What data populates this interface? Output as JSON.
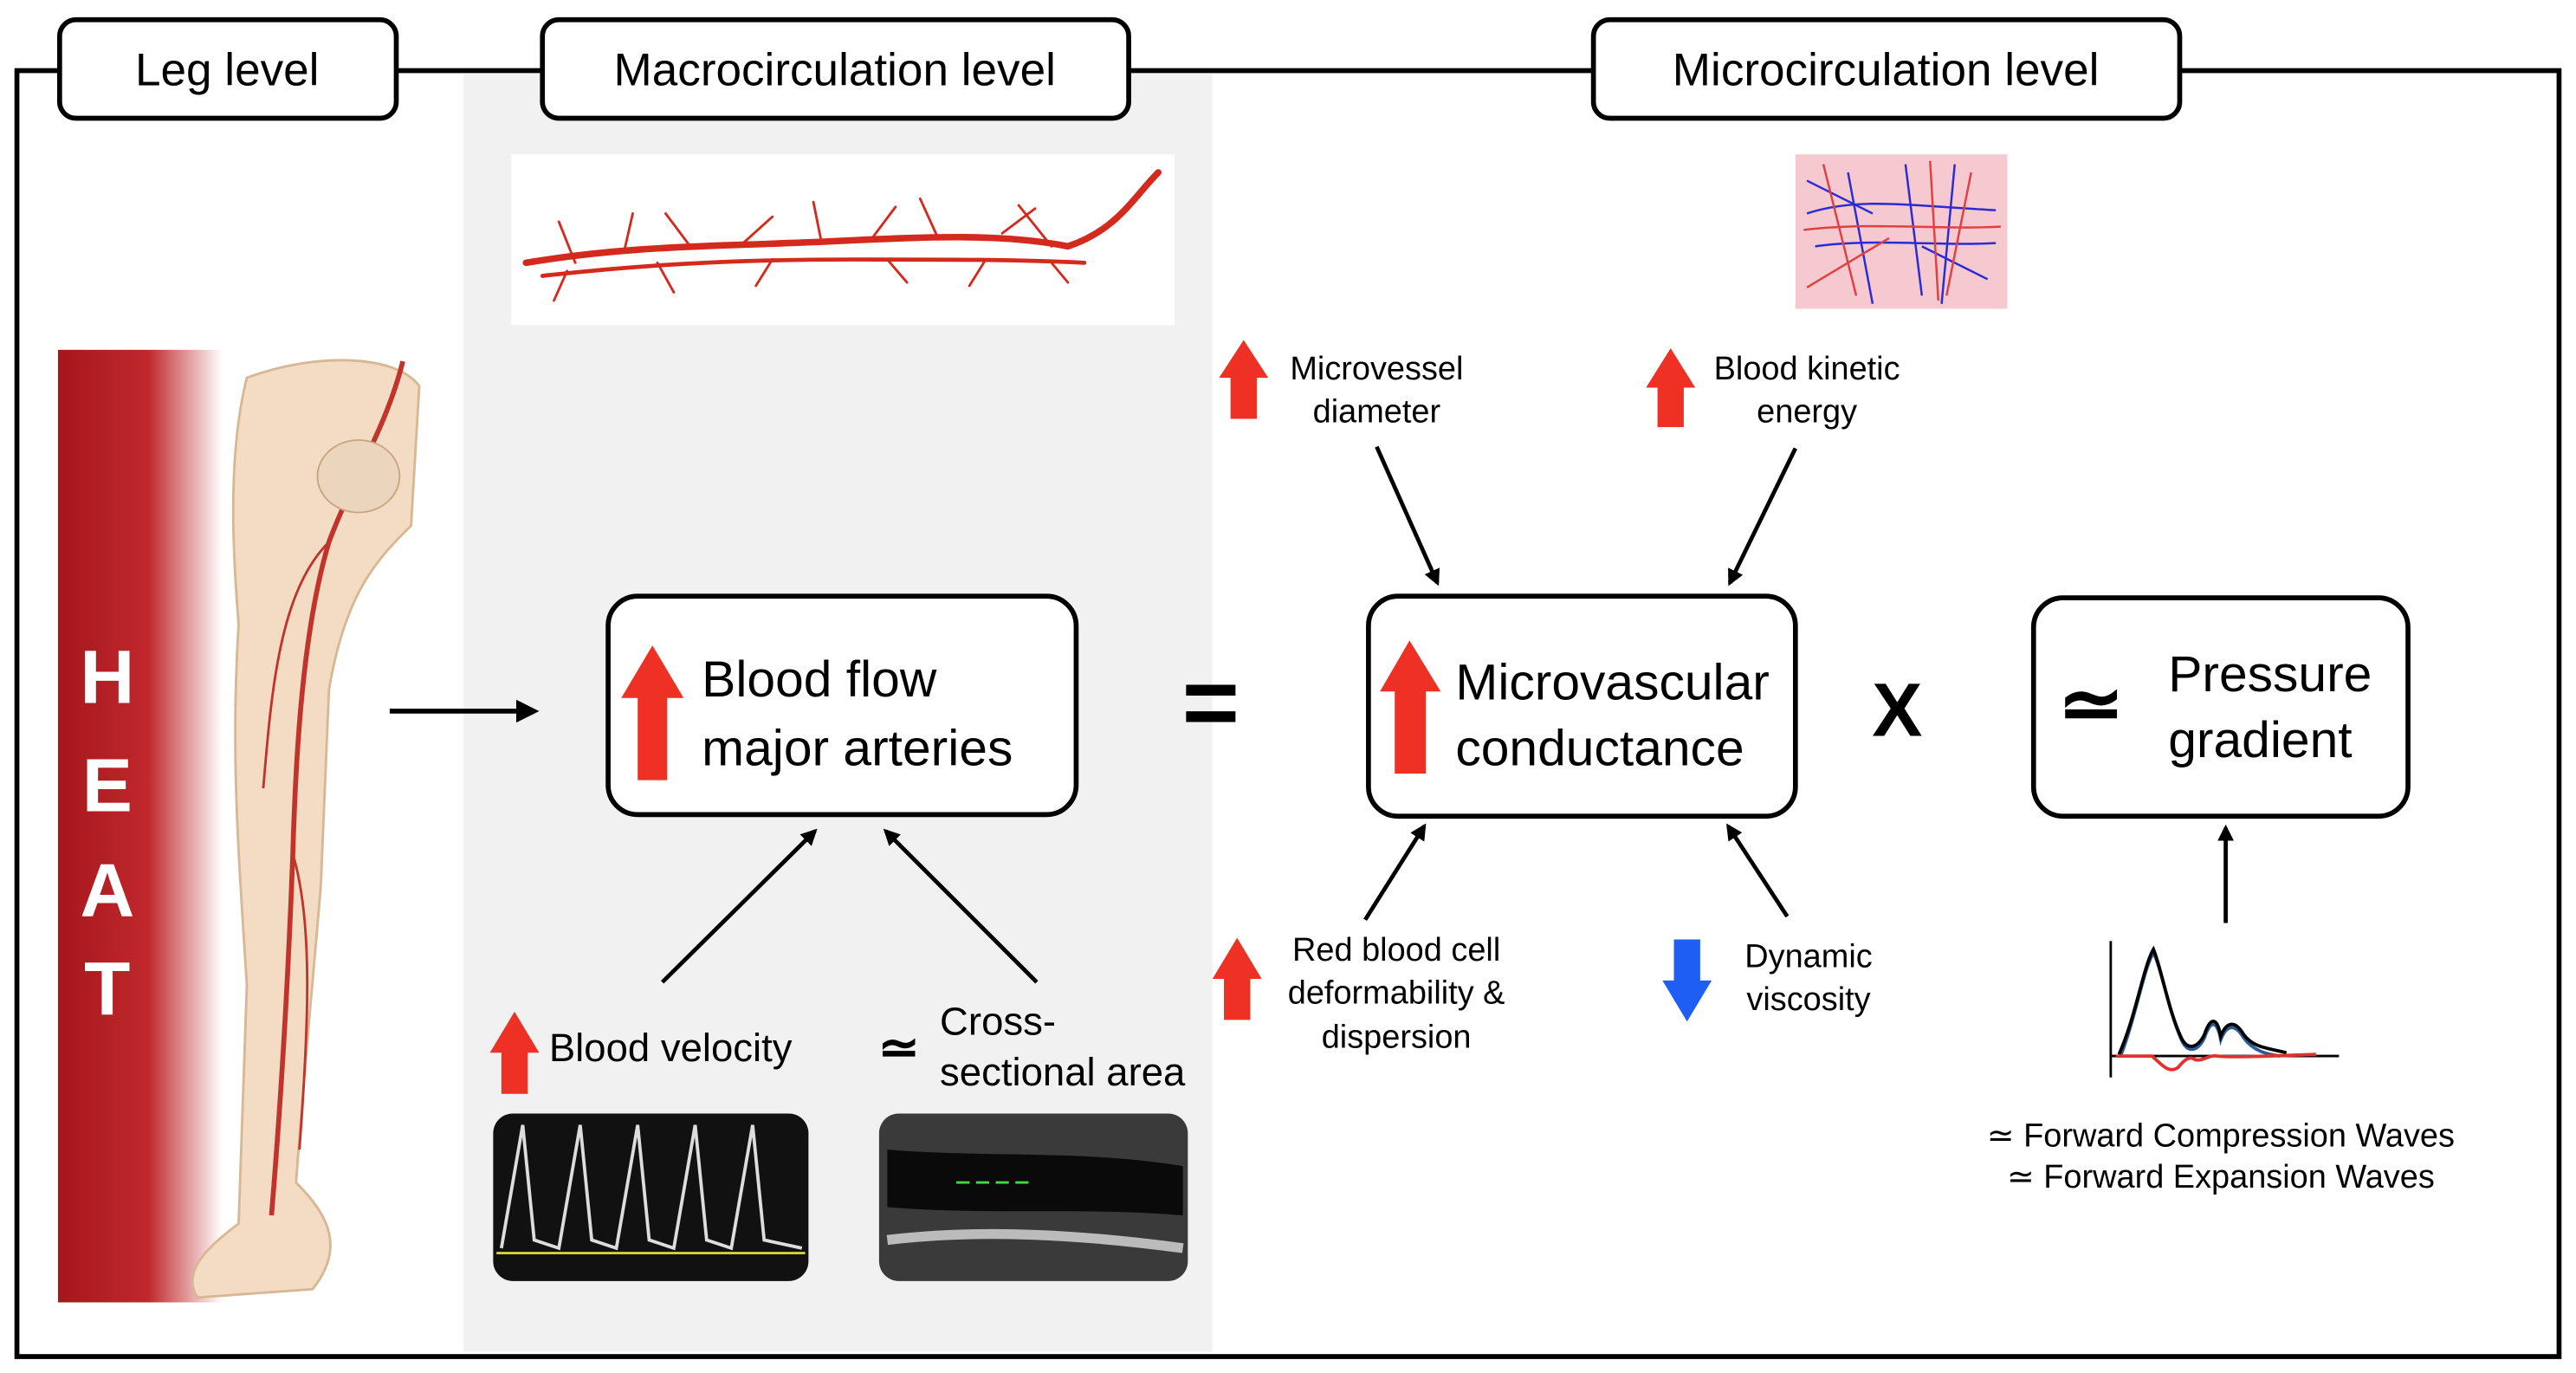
{
  "headers": {
    "leg": "Leg level",
    "macro": "Macrocirculation level",
    "micro": "Microcirculation level"
  },
  "heat": {
    "letters": [
      "H",
      "E",
      "A",
      "T"
    ],
    "color": "#b01e23"
  },
  "blood_flow_box": {
    "line1": "Blood flow",
    "line2": "major arteries"
  },
  "equals": "=",
  "conductance_box": {
    "line1": "Microvascular",
    "line2": "conductance"
  },
  "times": "X",
  "pressure_box": {
    "symbol": "≃",
    "line1": "Pressure",
    "line2": "gradient"
  },
  "micro_factors": {
    "microvessel": {
      "line1": "Microvessel",
      "line2": "diameter",
      "direction": "up"
    },
    "kinetic": {
      "line1": "Blood kinetic",
      "line2": "energy",
      "direction": "up"
    },
    "rbc": {
      "line1": "Red blood cell",
      "line2": "deformability &",
      "line3": "dispersion",
      "direction": "up"
    },
    "viscosity": {
      "line1": "Dynamic",
      "line2": "viscosity",
      "direction": "down"
    }
  },
  "macro_factors": {
    "velocity": {
      "label": "Blood velocity",
      "direction": "up"
    },
    "area": {
      "symbol": "≃",
      "line1": "Cross-",
      "line2": "sectional area"
    }
  },
  "waves": {
    "line1": "≃ Forward Compression Waves",
    "line2": "≃ Forward Expansion Waves"
  },
  "colors": {
    "increase": "#ee3124",
    "decrease": "#1f5ef5",
    "macro_panel": "#f1f1f1"
  }
}
